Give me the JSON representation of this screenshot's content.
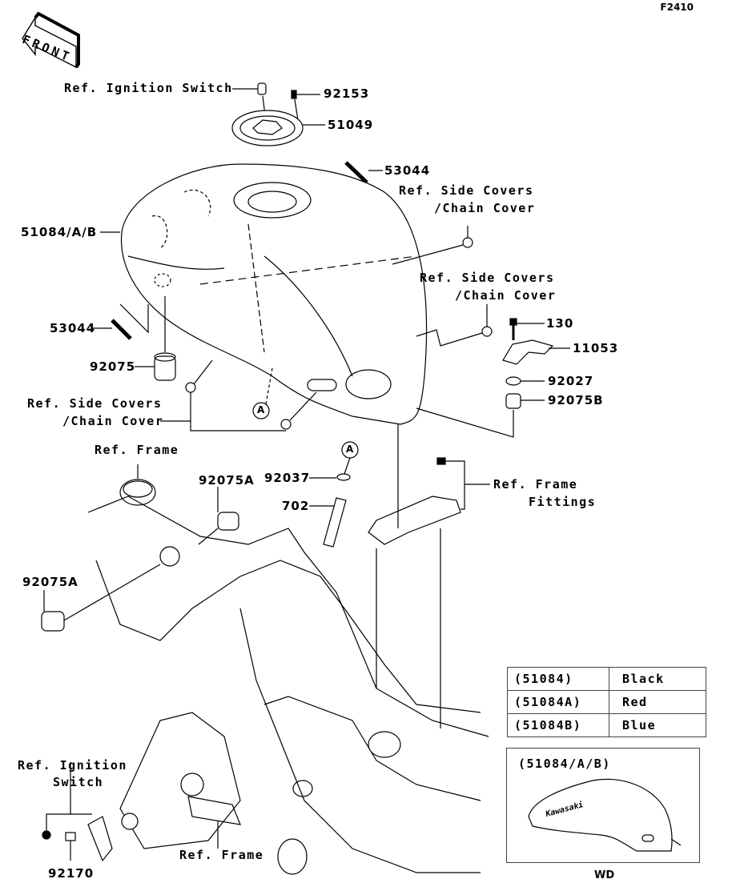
{
  "diagram": {
    "code": "F2410",
    "front_label": "FRONT",
    "callouts": {
      "ref_ignition_switch_top": "Ref. Ignition Switch",
      "p92153": "92153",
      "p51049": "51049",
      "p53044_top": "53044",
      "ref_side_covers_1_a": "Ref. Side Covers",
      "ref_side_covers_1_b": "/Chain Cover",
      "p51084": "51084/A/B",
      "ref_side_covers_2_a": "Ref. Side Covers",
      "ref_side_covers_2_b": "/Chain Cover",
      "p130": "130",
      "p11053": "11053",
      "p53044_left": "53044",
      "p92075": "92075",
      "p92027": "92027",
      "p92075b": "92075B",
      "ref_side_covers_3_a": "Ref. Side Covers",
      "ref_side_covers_3_b": "/Chain Cover",
      "marker_a_1": "A",
      "marker_a_2": "A",
      "ref_frame_top": "Ref. Frame",
      "p92075a_right": "92075A",
      "p92037": "92037",
      "p702": "702",
      "ref_frame_fittings_a": "Ref. Frame",
      "ref_frame_fittings_b": "Fittings",
      "p92075a_left": "92075A",
      "ref_ignition_switch_bottom_a": "Ref. Ignition",
      "ref_ignition_switch_bottom_b": "Switch",
      "p92170": "92170",
      "ref_frame_bottom": "Ref. Frame"
    },
    "color_table": [
      {
        "part": "(51084)",
        "color": "Black"
      },
      {
        "part": "(51084A)",
        "color": "Red"
      },
      {
        "part": "(51084B)",
        "color": "Blue"
      }
    ],
    "variant_box": {
      "title": "(51084/A/B)",
      "decal_text": "Kawasaki",
      "caption": "WD"
    }
  }
}
